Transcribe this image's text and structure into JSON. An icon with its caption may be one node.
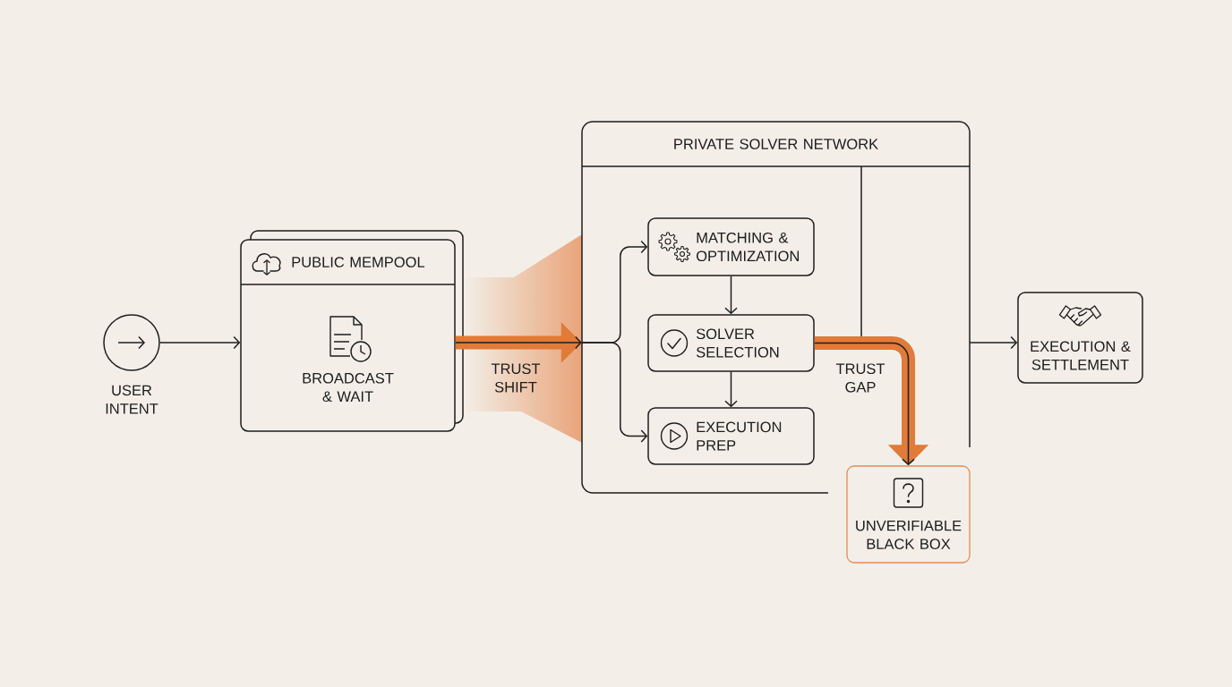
{
  "diagram": {
    "nodes": [
      {
        "text": [
          "USER INTENT"
        ]
      },
      {
        "text": [
          "PUBLIC MEMPOOL",
          "BROADCAST & WAIT"
        ]
      },
      {
        "text": [
          "PRIVATE SOLVER NETWORK"
        ]
      },
      {
        "text": [
          "MATCHING & OPTIMIZATION"
        ],
        "in": 2
      },
      {
        "text": [
          "SOLVER SELECTION"
        ],
        "in": 2
      },
      {
        "text": [
          "EXECUTION PREP"
        ],
        "in": 2
      },
      {
        "text": [
          "UNVERIFIABLE BLACK BOX"
        ]
      },
      {
        "text": [
          "EXECUTION & SETTLEMENT"
        ]
      }
    ],
    "edges": [
      {
        "from": 0,
        "to": 1,
        "arrow": "to"
      },
      {
        "from": 1,
        "to": 2,
        "arrow": "to",
        "label": "TRUST SHIFT",
        "style": "thick",
        "color": "#e07b39"
      },
      {
        "from": 2,
        "to": 3,
        "arrow": "to"
      },
      {
        "from": 2,
        "to": 5,
        "arrow": "to"
      },
      {
        "from": 3,
        "to": 4,
        "arrow": "to"
      },
      {
        "from": 4,
        "to": 5,
        "arrow": "to"
      },
      {
        "from": 4,
        "to": 6,
        "arrow": "to",
        "label": "TRUST GAP",
        "style": "thick",
        "color": "#e07b39"
      },
      {
        "from": 2,
        "to": 7,
        "arrow": "to"
      }
    ]
  }
}
